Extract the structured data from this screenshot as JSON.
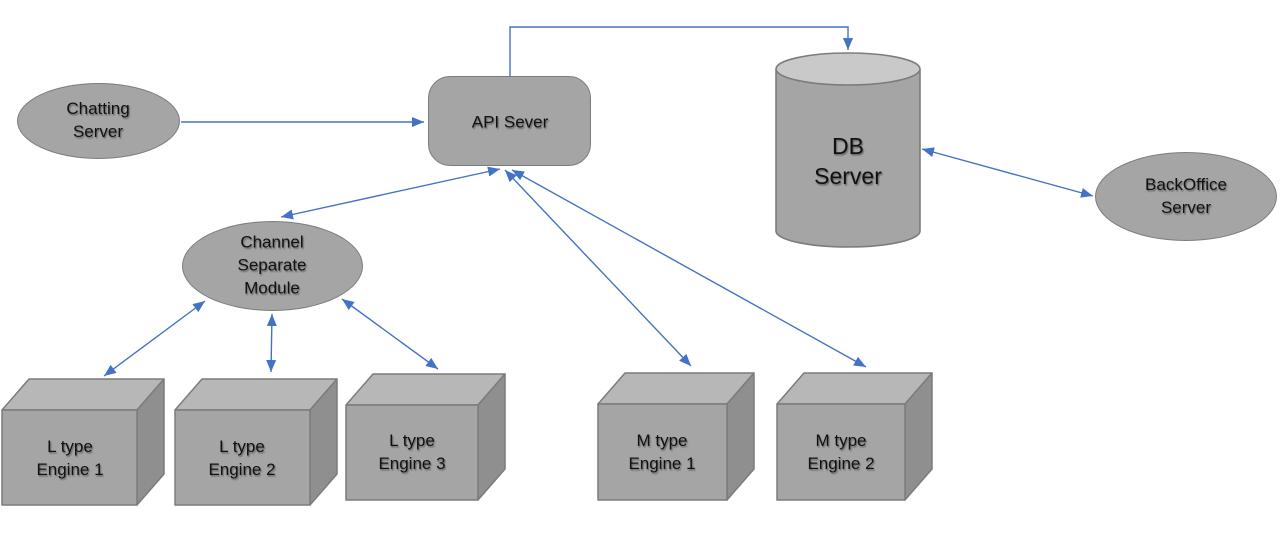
{
  "diagram": {
    "colors": {
      "node_fill": "#a5a5a5",
      "node_border": "#7c7c7c",
      "cube_top_fill": "#b7b7b7",
      "cube_side_fill": "#8f8f8f",
      "cylinder_top_fill": "#c9c9c9",
      "arrow": "#4472c4",
      "text": "#111111"
    },
    "nodes": {
      "chatting": {
        "label": "Chatting\nServer",
        "shape": "ellipse"
      },
      "api": {
        "label": "API Sever",
        "shape": "rounded-rectangle"
      },
      "db": {
        "label": "DB\nServer",
        "shape": "cylinder"
      },
      "backoffice": {
        "label": "BackOffice\nServer",
        "shape": "ellipse"
      },
      "module": {
        "label": "Channel\nSeparate\nModule",
        "shape": "ellipse"
      },
      "l1": {
        "label": "L type\nEngine 1",
        "shape": "cube"
      },
      "l2": {
        "label": "L type\nEngine 2",
        "shape": "cube"
      },
      "l3": {
        "label": "L type\nEngine 3",
        "shape": "cube"
      },
      "m1": {
        "label": "M type\nEngine 1",
        "shape": "cube"
      },
      "m2": {
        "label": "M type\nEngine 2",
        "shape": "cube"
      }
    },
    "edges": [
      {
        "from": "chatting",
        "to": "api",
        "direction": "one-way",
        "style": "straight"
      },
      {
        "from": "api",
        "to": "db",
        "direction": "one-way",
        "style": "elbow"
      },
      {
        "from": "db",
        "to": "backoffice",
        "direction": "two-way",
        "style": "straight"
      },
      {
        "from": "api",
        "to": "module",
        "direction": "two-way",
        "style": "straight"
      },
      {
        "from": "api",
        "to": "m1",
        "direction": "two-way",
        "style": "straight"
      },
      {
        "from": "api",
        "to": "m2",
        "direction": "two-way",
        "style": "straight"
      },
      {
        "from": "module",
        "to": "l1",
        "direction": "two-way",
        "style": "straight"
      },
      {
        "from": "module",
        "to": "l2",
        "direction": "two-way",
        "style": "straight"
      },
      {
        "from": "module",
        "to": "l3",
        "direction": "two-way",
        "style": "straight"
      }
    ]
  }
}
